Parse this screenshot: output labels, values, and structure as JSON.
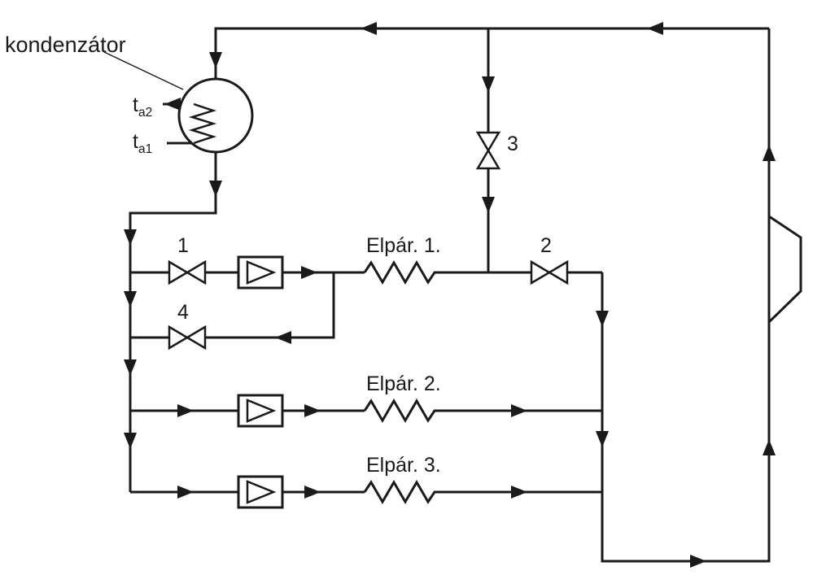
{
  "diagram": {
    "condenser_label": "kondenzátor",
    "temps": {
      "symbol": "t",
      "out_sub": "a2",
      "in_sub": "a1"
    },
    "valve_labels": {
      "v1": "1",
      "v2": "2",
      "v3": "3",
      "v4": "4"
    },
    "evaporator_labels": {
      "e1": "Elpár. 1.",
      "e2": "Elpár. 2.",
      "e3": "Elpár. 3."
    },
    "icons": {
      "condenser": "circle-with-coil-icon",
      "expansion_valve": "bowtie-valve-icon",
      "check_valve": "box-triangle-valve-icon",
      "evaporator": "zigzag-coil-icon",
      "compressor": "trapezoid-compressor-icon",
      "flow_arrow": "flow-direction-arrow-icon"
    },
    "colors": {
      "line": "#1a1a1a",
      "background": "#ffffff"
    }
  }
}
